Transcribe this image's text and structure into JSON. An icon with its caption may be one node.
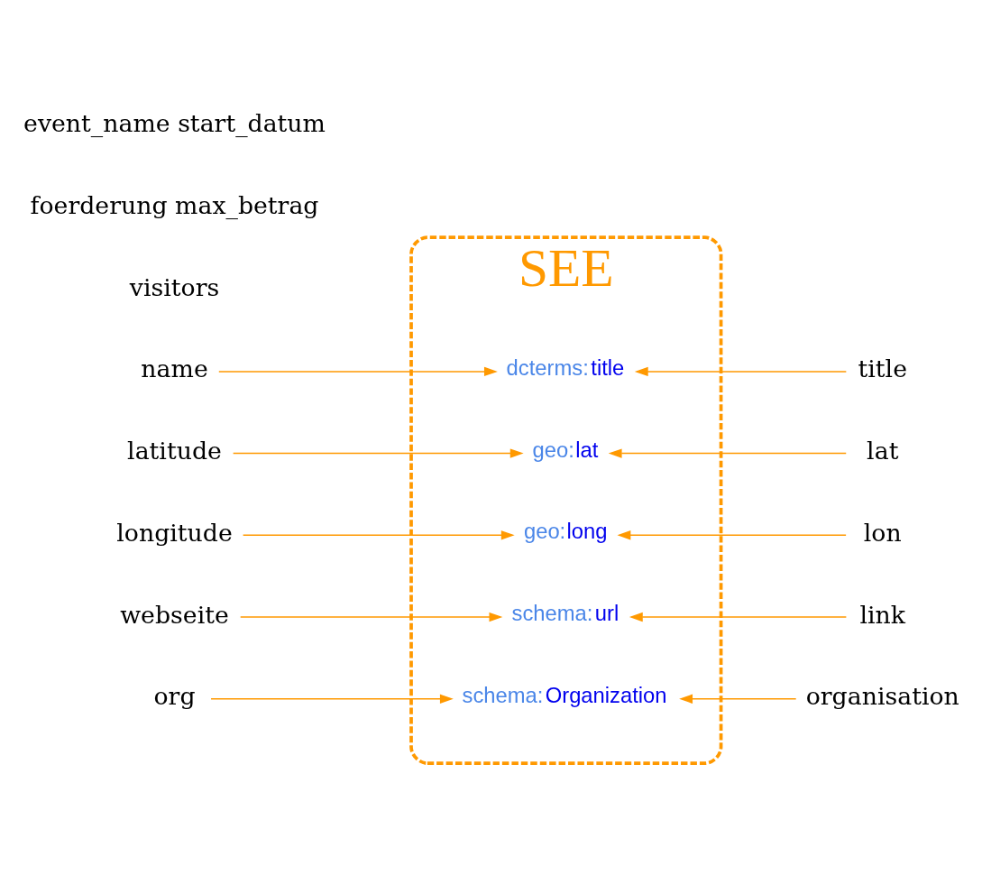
{
  "diagram": {
    "nodes": [
      {
        "text": [
          "SEE"
        ]
      },
      {
        "text": [
          "dcterms:title"
        ],
        "in": 0
      },
      {
        "text": [
          "geo:lat"
        ],
        "in": 0
      },
      {
        "text": [
          "geo:long"
        ],
        "in": 0
      },
      {
        "text": [
          "schema:url"
        ],
        "in": 0
      },
      {
        "text": [
          "schema:Organization"
        ],
        "in": 0
      },
      {
        "text": [
          "name"
        ]
      },
      {
        "text": [
          "latitude"
        ]
      },
      {
        "text": [
          "longitude"
        ]
      },
      {
        "text": [
          "webseite"
        ]
      },
      {
        "text": [
          "org"
        ]
      },
      {
        "text": [
          "visitors"
        ]
      },
      {
        "text": [
          "organisation"
        ]
      },
      {
        "text": [
          "link"
        ]
      },
      {
        "text": [
          "lon"
        ]
      },
      {
        "text": [
          "lat"
        ]
      },
      {
        "text": [
          "title"
        ]
      }
    ],
    "edges": [
      {
        "from": 6,
        "to": 1,
        "arrow": "to"
      },
      {
        "from": 7,
        "to": 2,
        "arrow": "to"
      },
      {
        "from": 8,
        "to": 3,
        "arrow": "to"
      },
      {
        "from": 9,
        "to": 4,
        "arrow": "to"
      },
      {
        "from": 10,
        "to": 5,
        "arrow": "to"
      },
      {
        "from": 12,
        "to": 5,
        "arrow": "to"
      },
      {
        "from": 13,
        "to": 4,
        "arrow": "to"
      },
      {
        "from": 14,
        "to": 3,
        "arrow": "to"
      },
      {
        "from": 15,
        "to": 2,
        "arrow": "to"
      },
      {
        "from": 16,
        "to": 1,
        "arrow": "to"
      }
    ],
    "labels": [
      "foerderung max_betrag",
      "event_name start_datum"
    ]
  }
}
